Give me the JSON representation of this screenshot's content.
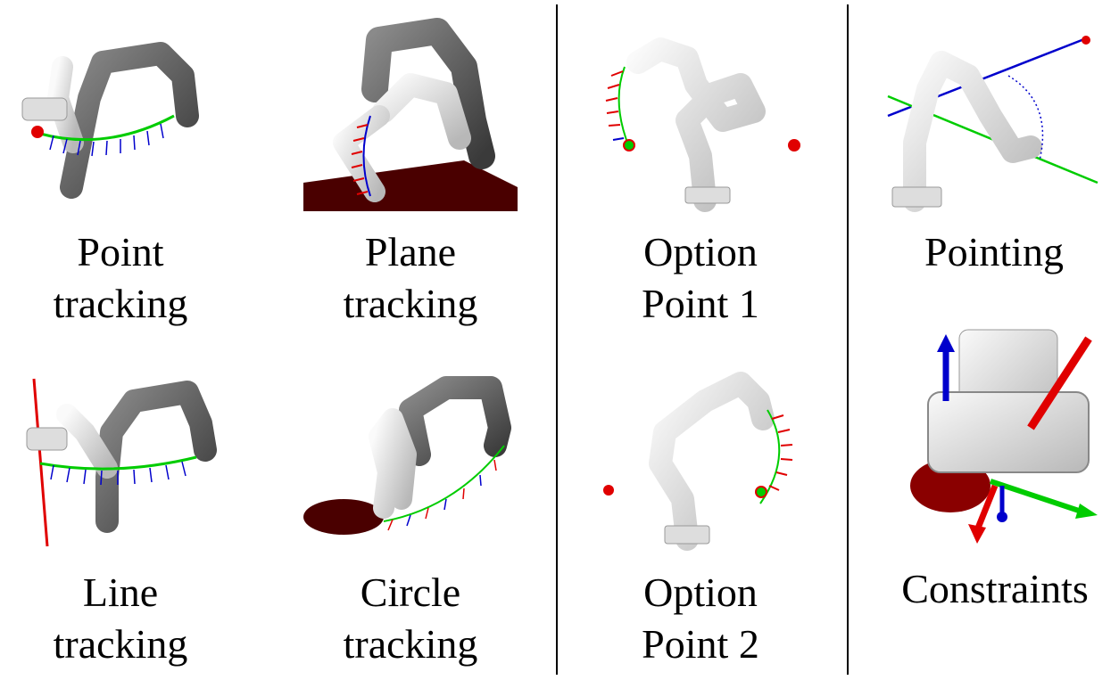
{
  "panels": [
    {
      "id": "point-tracking",
      "line1": "Point",
      "line2": "tracking"
    },
    {
      "id": "plane-tracking",
      "line1": "Plane",
      "line2": "tracking"
    },
    {
      "id": "option-point-1",
      "line1": "Option",
      "line2": "Point 1"
    },
    {
      "id": "pointing",
      "line1": "Pointing",
      "line2": ""
    },
    {
      "id": "line-tracking",
      "line1": "Line",
      "line2": "tracking"
    },
    {
      "id": "circle-tracking",
      "line1": "Circle",
      "line2": "tracking"
    },
    {
      "id": "option-point-2",
      "line1": "Option",
      "line2": "Point 2"
    },
    {
      "id": "constraints",
      "line1": "Constraints",
      "line2": ""
    }
  ],
  "colors": {
    "target": "#e00000",
    "surface": "#4a0000",
    "axis_x": "#e00000",
    "axis_y": "#00cc00",
    "axis_z": "#0000cc",
    "robot_light": "#e6e6e6",
    "robot_dark": "#555555"
  }
}
